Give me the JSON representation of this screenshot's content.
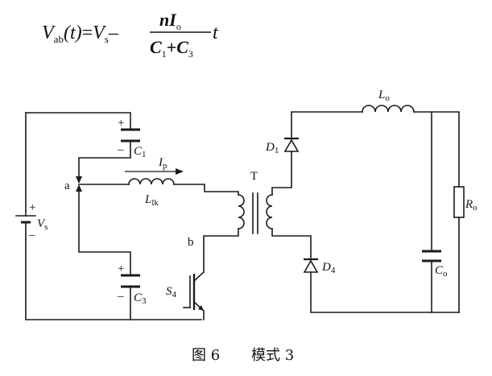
{
  "equation": {
    "lhs_symbol": "V",
    "lhs_sub": "ab",
    "lhs_arg": "(t)",
    "equals": "=",
    "vs_symbol": "V",
    "vs_sub": "s",
    "minus": "–",
    "num_n": "n",
    "num_I": "I",
    "num_sub": "o",
    "den_C1": "C",
    "den_C1_sub": "1",
    "den_plus": "+",
    "den_C3": "C",
    "den_C3_sub": "3",
    "tail": "t"
  },
  "components": {
    "C1": {
      "symbol": "C",
      "sub": "1",
      "plus": "+",
      "minus": "–"
    },
    "C3": {
      "symbol": "C",
      "sub": "3",
      "plus": "+",
      "minus": "–"
    },
    "Vs": {
      "symbol": "V",
      "sub": "s",
      "plus": "+",
      "minus": "–"
    },
    "node_a": "a",
    "node_b": "b",
    "Ip": {
      "symbol": "I",
      "sub": "p"
    },
    "Llk": {
      "symbol": "L",
      "sub": "lk"
    },
    "T": "T",
    "S4": {
      "symbol": "S",
      "sub": "4"
    },
    "D1": {
      "symbol": "D",
      "sub": "1"
    },
    "D4": {
      "symbol": "D",
      "sub": "4"
    },
    "Lo": {
      "symbol": "L",
      "sub": "o"
    },
    "Co": {
      "symbol": "C",
      "sub": "o"
    },
    "Ro": {
      "symbol": "R",
      "sub": "o"
    }
  },
  "caption": {
    "figure": "图 6",
    "title": "模式 3"
  }
}
